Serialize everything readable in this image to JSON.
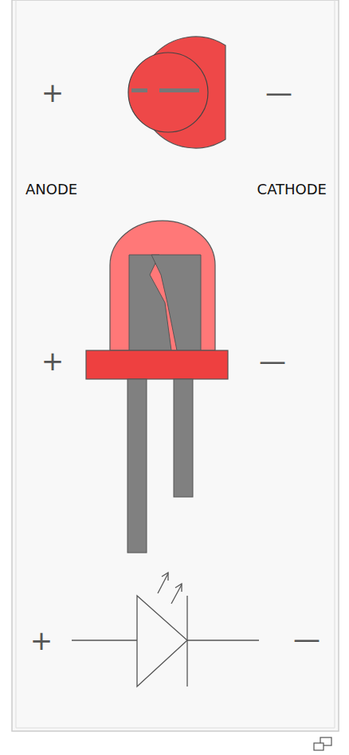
{
  "diagram": {
    "labels": [
      "+",
      "—",
      "ANODE",
      "CATHODE",
      "+",
      "—",
      "+",
      "—"
    ]
  }
}
